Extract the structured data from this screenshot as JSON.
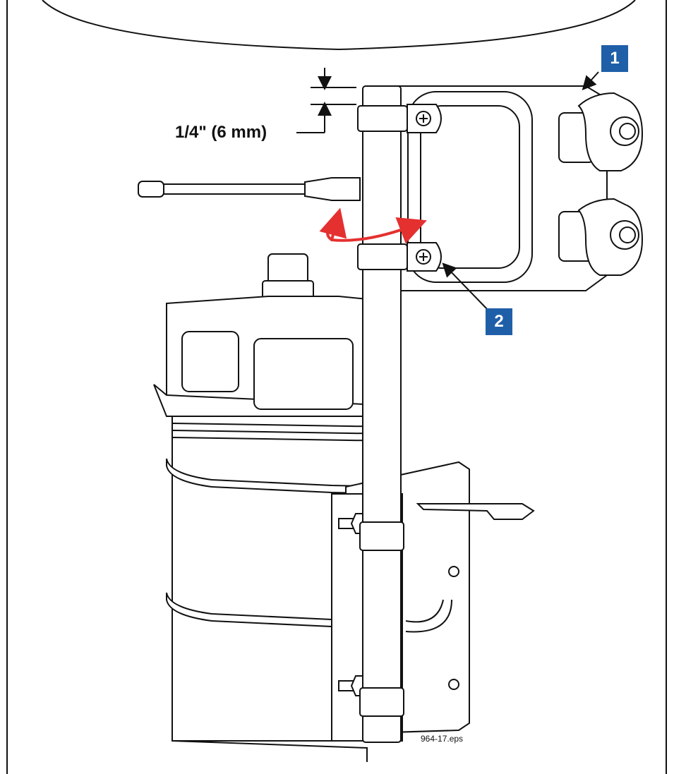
{
  "figure": {
    "dimension_label": "1/4\" (6 mm)",
    "callouts": [
      {
        "number": "1"
      },
      {
        "number": "2"
      }
    ],
    "file_name": "964-17.eps"
  },
  "colors": {
    "callout_bg": "#1f5fa8",
    "rotation_arrow": "#e53030",
    "line": "#111111"
  }
}
